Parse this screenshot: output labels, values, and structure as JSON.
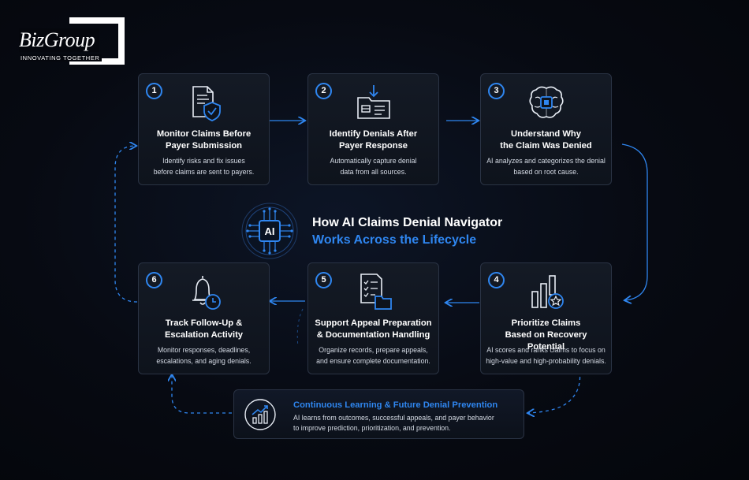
{
  "brand": {
    "name": "BizGroup",
    "tagline": "INNOVATING TOGETHER"
  },
  "center": {
    "title_line1": "How AI Claims Denial Navigator",
    "title_line2": "Works Across the Lifecycle",
    "chip_label": "AI"
  },
  "steps": [
    {
      "number": "1",
      "title_line1": "Monitor Claims Before",
      "title_line2": "Payer Submission",
      "desc_line1": "Identify risks and fix issues",
      "desc_line2": "before claims are sent to payers.",
      "icon": "document-shield-icon"
    },
    {
      "number": "2",
      "title_line1": "Identify Denials After",
      "title_line2": "Payer Response",
      "desc_line1": "Automatically capture denial",
      "desc_line2": "data from all sources.",
      "icon": "folder-inbox-icon"
    },
    {
      "number": "3",
      "title_line1": "Understand Why",
      "title_line2": "the Claim Was Denied",
      "desc_line1": "AI analyzes and categorizes the denial",
      "desc_line2": "based on root cause.",
      "icon": "brain-chip-icon"
    },
    {
      "number": "4",
      "title_line1": "Prioritize Claims",
      "title_line2": "Based on Recovery Potential",
      "desc_line1": "AI scores and ranks claims to focus on",
      "desc_line2": "high-value and high-probability denials.",
      "icon": "bar-chart-star-icon"
    },
    {
      "number": "5",
      "title_line1": "Support Appeal Preparation",
      "title_line2": "& Documentation Handling",
      "desc_line1": "Organize records, prepare appeals,",
      "desc_line2": "and ensure complete documentation.",
      "icon": "checklist-folder-icon"
    },
    {
      "number": "6",
      "title_line1": "Track Follow-Up &",
      "title_line2": "Escalation Activity",
      "desc_line1": "Monitor responses, deadlines,",
      "desc_line2": "escalations, and aging denials.",
      "icon": "bell-clock-icon"
    }
  ],
  "learning": {
    "title": "Continuous Learning & Future Denial Prevention",
    "desc_line1": "AI learns from outcomes, successful appeals, and payer behavior",
    "desc_line2": "to improve prediction, prioritization, and prevention.",
    "icon": "trend-chart-icon"
  },
  "colors": {
    "accent": "#2f86f0",
    "background": "#05070d",
    "card": "#141a25"
  }
}
